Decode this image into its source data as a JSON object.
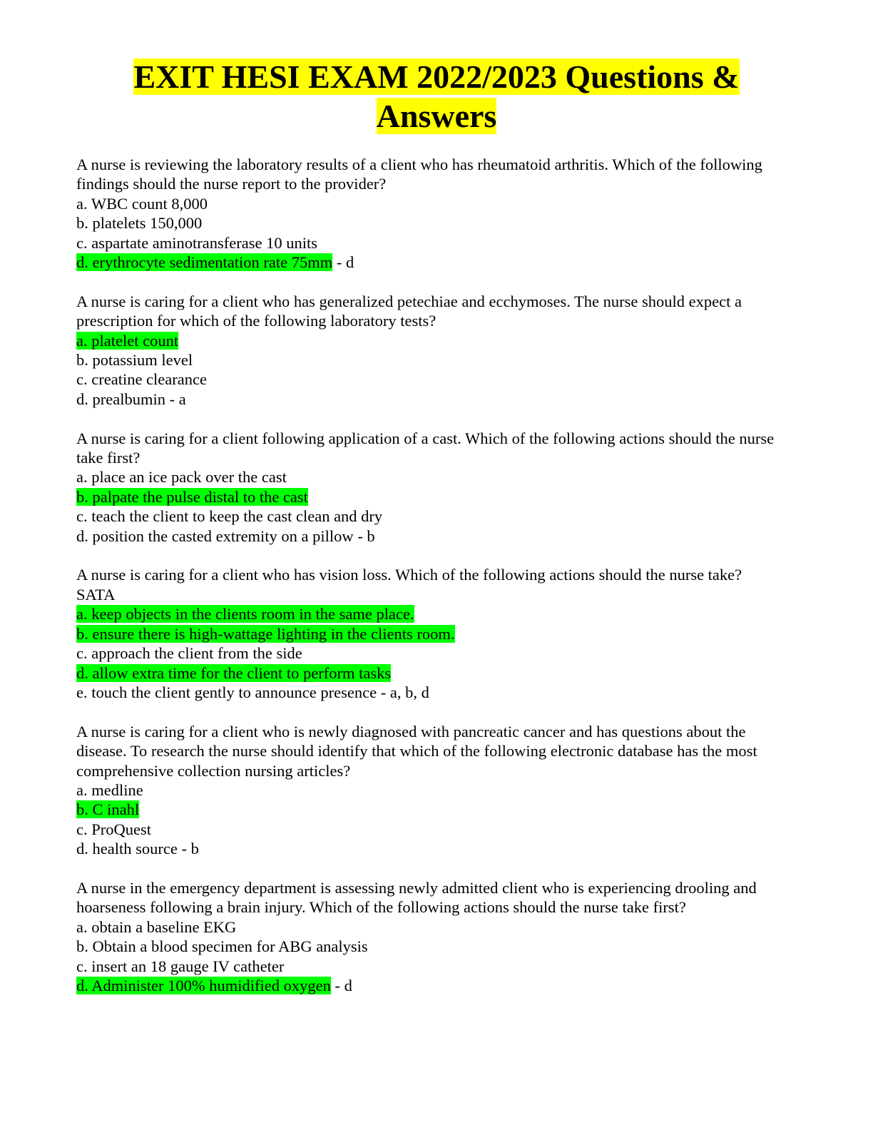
{
  "document": {
    "title_line1": "EXIT HESI EXAM 2022/2023 Questions &",
    "title_line2": "Answers",
    "highlight_colors": {
      "title": "#ffff00",
      "answer": "#00ff00"
    },
    "questions": [
      {
        "stem": "A nurse is reviewing the laboratory results of a client who has rheumatoid arthritis. Which of the following findings should the nurse report to the provider?",
        "options": [
          "a. WBC count 8,000",
          "b. platelets 150,000",
          "c. aspartate aminotransferase 10 units",
          "d. erythrocyte sedimentation rate 75mm"
        ],
        "answer_suffix": " - d"
      },
      {
        "stem": "A nurse is caring for a client who has generalized petechiae and ecchymoses. The nurse should expect a prescription for which of the following laboratory tests?",
        "options": [
          "a. platelet count",
          "b. potassium level",
          "c. creatine clearance",
          "d. prealbumin"
        ],
        "answer_suffix": " - a"
      },
      {
        "stem": "A nurse is caring for a client following application of a cast. Which of the following actions should the nurse take first?",
        "options": [
          "a. place an ice pack over the cast",
          "b. palpate the pulse distal to the cast",
          "c. teach the client to keep the cast clean and dry",
          "d. position the casted extremity on a pillow"
        ],
        "answer_suffix": " - b"
      },
      {
        "stem": "A nurse is caring for a client who has vision loss. Which of the following actions should the nurse take? SATA",
        "options": [
          "a. keep objects in the clients room in the same place.",
          "b. ensure there is high-wattage lighting in the clients room.",
          "c. approach the client from the side",
          "d. allow extra time for the client to perform tasks",
          "e. touch the client gently to announce presence"
        ],
        "answer_suffix": " - a, b, d"
      },
      {
        "stem": "A nurse is caring for a client who is newly diagnosed with pancreatic cancer and has questions about the disease. To research the nurse should identify that which of the following electronic database has the most comprehensive collection nursing articles?",
        "options": [
          "a. medline",
          "b. C inahl",
          "c. ProQuest",
          "d. health source"
        ],
        "answer_suffix": " - b"
      },
      {
        "stem": "A nurse in the emergency department is assessing newly admitted client who is experiencing drooling and hoarseness following a brain injury. Which of the following actions should the nurse take first?",
        "options": [
          "a. obtain a baseline EKG",
          "b. Obtain a blood specimen for ABG analysis",
          "c. insert an 18 gauge IV catheter",
          "d. Administer 100% humidified oxygen"
        ],
        "answer_suffix": " - d"
      }
    ]
  }
}
